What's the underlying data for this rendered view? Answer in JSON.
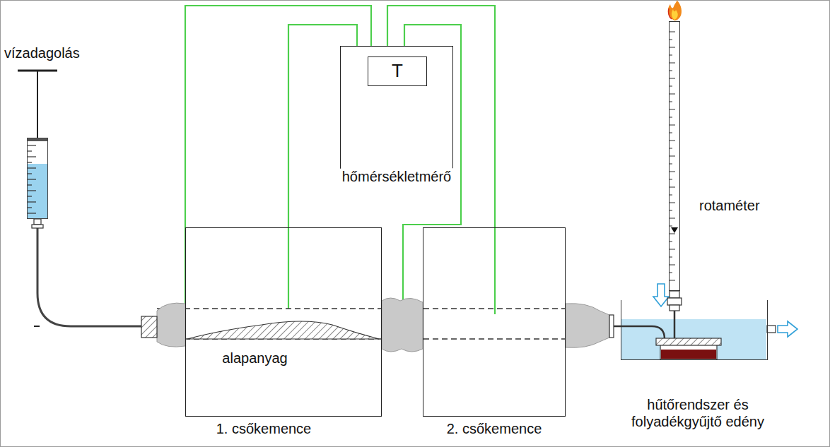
{
  "diagram": {
    "nodes": [
      {
        "text": [
          "vízadagolás"
        ]
      },
      {
        "text": [
          "hőmérsékletmérő"
        ]
      },
      {
        "text": [
          "T"
        ],
        "in": 1
      },
      {
        "text": [
          "rotaméter"
        ]
      },
      {
        "text": [
          "alapanyag",
          "1. csőkemence"
        ]
      },
      {
        "text": [
          "2. csőkemence"
        ]
      },
      {
        "text": [
          "hűtőrendszer és folyadékgyűjtő edény"
        ]
      }
    ],
    "edges": [
      {
        "from": 0,
        "to": 4,
        "arrow": "none"
      },
      {
        "from": 1,
        "to": 4,
        "arrow": "none"
      },
      {
        "from": 1,
        "to": 5,
        "arrow": "none"
      },
      {
        "from": 5,
        "to": 6,
        "arrow": "none"
      },
      {
        "from": 3,
        "to": 6,
        "arrow": "none"
      }
    ]
  }
}
